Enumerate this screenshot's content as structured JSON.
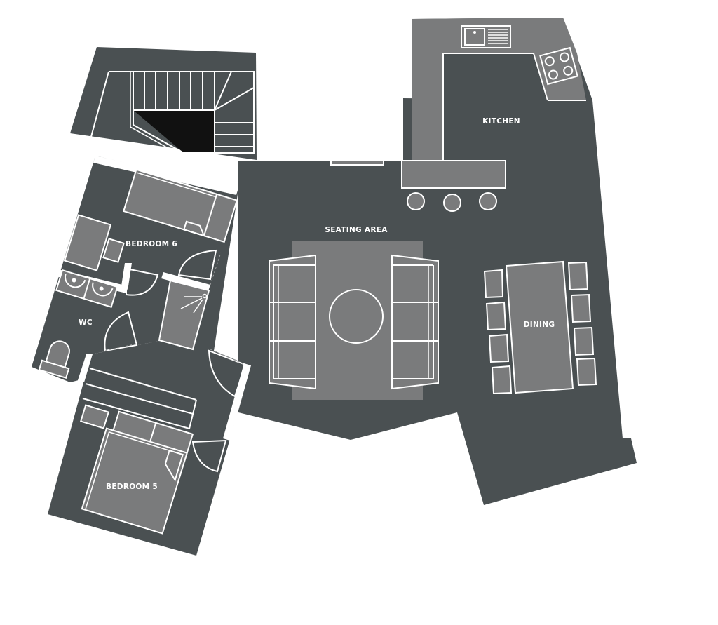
{
  "plan": {
    "type": "floor-plan",
    "colors": {
      "floor": "#4a5052",
      "furniture": "#7a7b7c",
      "outline": "#ffffff",
      "stair_void": "#111111",
      "background": "#ffffff"
    }
  },
  "rooms": {
    "kitchen": {
      "label": "KITCHEN"
    },
    "seating": {
      "label": "SEATING AREA"
    },
    "dining": {
      "label": "DINING"
    },
    "bedroom6": {
      "label": "BEDROOM 6"
    },
    "wc": {
      "label": "WC"
    },
    "bedroom5": {
      "label": "BEDROOM 5"
    }
  }
}
